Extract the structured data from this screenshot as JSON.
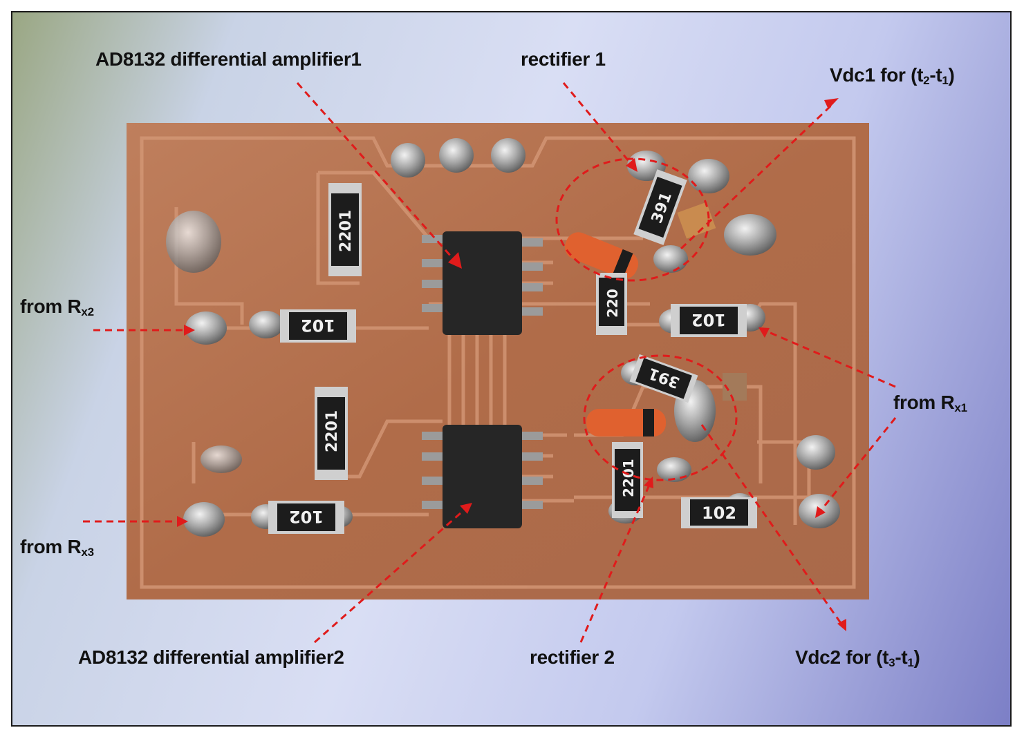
{
  "annotations": {
    "amp1": "AD8132 differential amplifier1",
    "rect1": "rectifier 1",
    "vdc1": "Vdc1 for (t",
    "vdc1_sub_a": "2",
    "vdc1_mid": "-t",
    "vdc1_sub_b": "1",
    "vdc1_end": ")",
    "rx2": "from R",
    "rx2_sub": "x2",
    "rx3": "from R",
    "rx3_sub": "x3",
    "rx1": "from R",
    "rx1_sub": "x1",
    "amp2": "AD8132 differential amplifier2",
    "rect2": "rectifier 2",
    "vdc2": "Vdc2 for (t",
    "vdc2_sub_a": "3",
    "vdc2_mid": "-t",
    "vdc2_sub_b": "1",
    "vdc2_end": ")"
  },
  "components": {
    "r_2201_top": "2201",
    "r_2201_bottom": "2201",
    "r_2201_right": "2201",
    "r_220_mid": "220",
    "r_102_left_top": "102",
    "r_102_right_top": "102",
    "r_102_left_bottom": "102",
    "r_102_right_bottom": "102",
    "r_391_top": "391",
    "r_391_bottom": "391"
  },
  "colors": {
    "board": "#b5734f",
    "copper_trace": "#c98a66",
    "arrow": "#e01b1b",
    "chip": "#262626"
  }
}
